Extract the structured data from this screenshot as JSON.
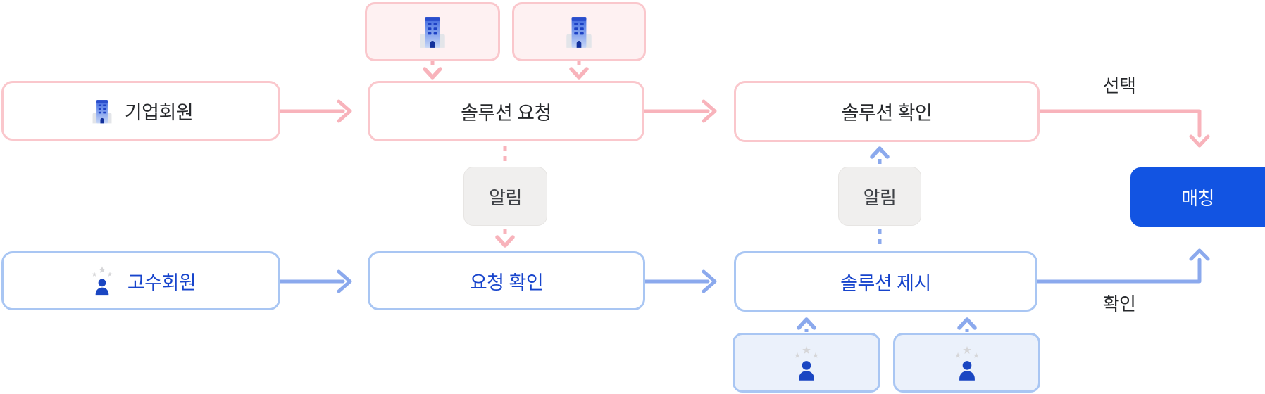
{
  "diagram": {
    "nodes": {
      "company_source_1": {
        "icon": "building-icon"
      },
      "company_source_2": {
        "icon": "building-icon"
      },
      "company_member": {
        "label": "기업회원",
        "icon": "building-icon"
      },
      "solution_request": {
        "label": "솔루션 요청"
      },
      "solution_check": {
        "label": "솔루션 확인"
      },
      "notify_upper": {
        "label": "알림"
      },
      "notify_lower": {
        "label": "알림"
      },
      "expert_member": {
        "label": "고수회원",
        "icon": "person-stars-icon"
      },
      "request_check": {
        "label": "요청 확인"
      },
      "solution_present": {
        "label": "솔루션 제시"
      },
      "matching": {
        "label": "매칭"
      },
      "expert_candidate_1": {
        "icon": "person-stars-icon"
      },
      "expert_candidate_2": {
        "icon": "person-stars-icon"
      }
    },
    "edge_labels": {
      "select": "선택",
      "confirm": "확인"
    },
    "colors": {
      "pink_border": "#FAC7CC",
      "pink_arrow": "#F8B3BB",
      "pink_fill": "#FEF1F2",
      "blue_border": "#A9C6F3",
      "blue_arrow": "#8BA9ED",
      "blue_fill": "#EBF1FB",
      "blue_text": "#1744CC",
      "dark_text": "#26282B",
      "notify_fill": "#F0EFEE",
      "notify_text": "#3F4247",
      "matching_fill": "#1254E2",
      "matching_text": "#FFFFFF",
      "icon_blue": "#1A46C2",
      "star_gray": "#D6D6D8",
      "star_blue": "#8FB0EC"
    }
  }
}
